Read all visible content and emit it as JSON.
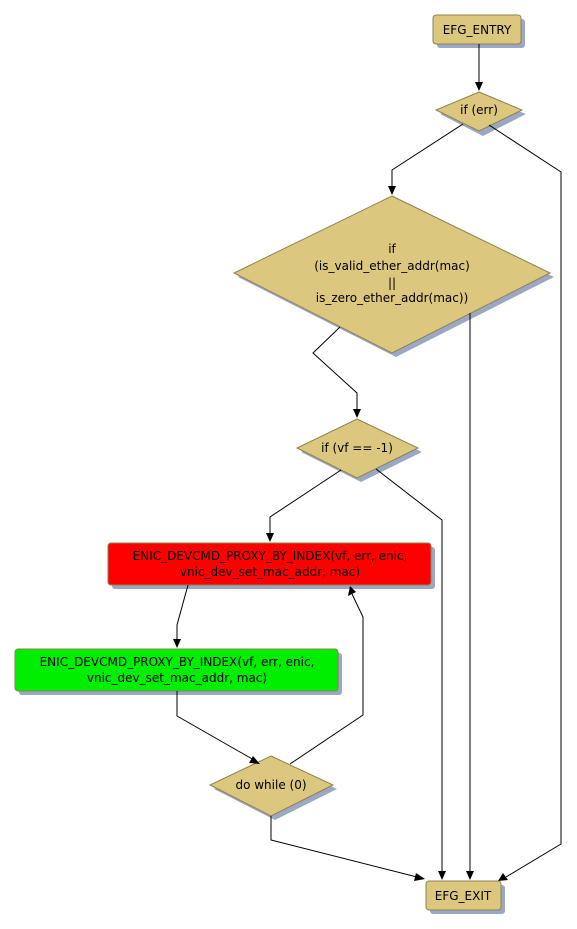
{
  "colors": {
    "node_fill": "#dcc77e",
    "node_stroke": "#8f8051",
    "shadow": "#7a8bb0",
    "error_fill": "#ff0000",
    "ok_fill": "#00ee00",
    "edge": "#000000"
  },
  "nodes": {
    "entry": {
      "label": "EFG_ENTRY"
    },
    "if_err": {
      "label": "if (err)"
    },
    "if_valid": {
      "line1": "if",
      "line2": "(is_valid_ether_addr(mac)",
      "line3": "||",
      "line4": "is_zero_ether_addr(mac))"
    },
    "if_vf": {
      "label": "if (vf == -1)"
    },
    "proxy_red": {
      "line1": "ENIC_DEVCMD_PROXY_BY_INDEX(vf, err, enic,",
      "line2": "vnic_dev_set_mac_addr, mac)"
    },
    "proxy_green": {
      "line1": "ENIC_DEVCMD_PROXY_BY_INDEX(vf, err, enic,",
      "line2": "vnic_dev_set_mac_addr, mac)"
    },
    "do_while": {
      "label": "do while (0)"
    },
    "exit": {
      "label": "EFG_EXIT"
    }
  }
}
